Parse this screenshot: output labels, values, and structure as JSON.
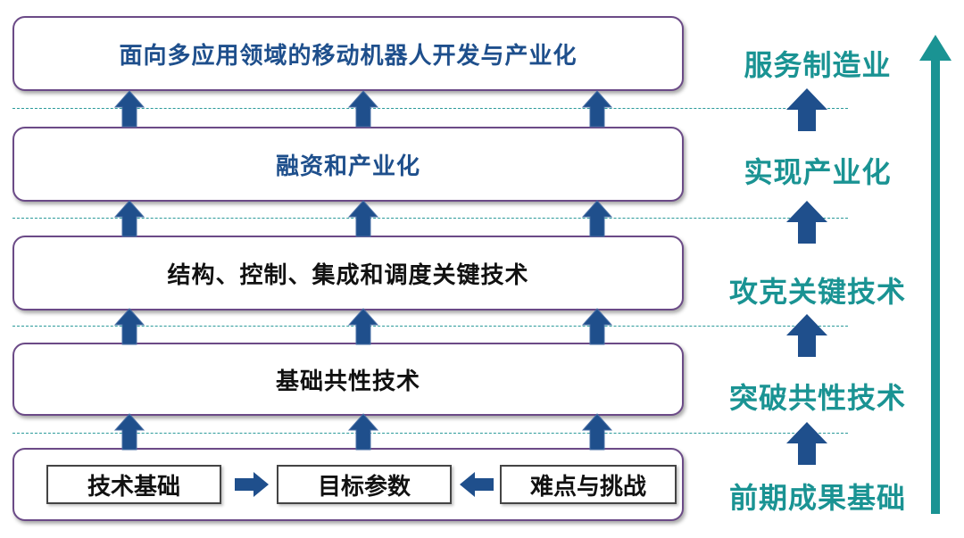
{
  "layers": {
    "top": "面向多应用领域的移动机器人开发与产业化",
    "financing": "融资和产业化",
    "key_tech": "结构、控制、集成和调度关键技术",
    "common_tech": "基础共性技术"
  },
  "foundation": {
    "tech_basis": "技术基础",
    "target_params": "目标参数",
    "challenges": "难点与挑战"
  },
  "phases": [
    "服务制造业",
    "实现产业化",
    "攻克关键技术",
    "突破共性技术",
    "前期成果基础"
  ],
  "colors": {
    "box_border": "#6b4a87",
    "arrow_blue": "#1f4f8c",
    "phase_teal": "#1a9393",
    "title_blue": "#1e4f8c"
  }
}
